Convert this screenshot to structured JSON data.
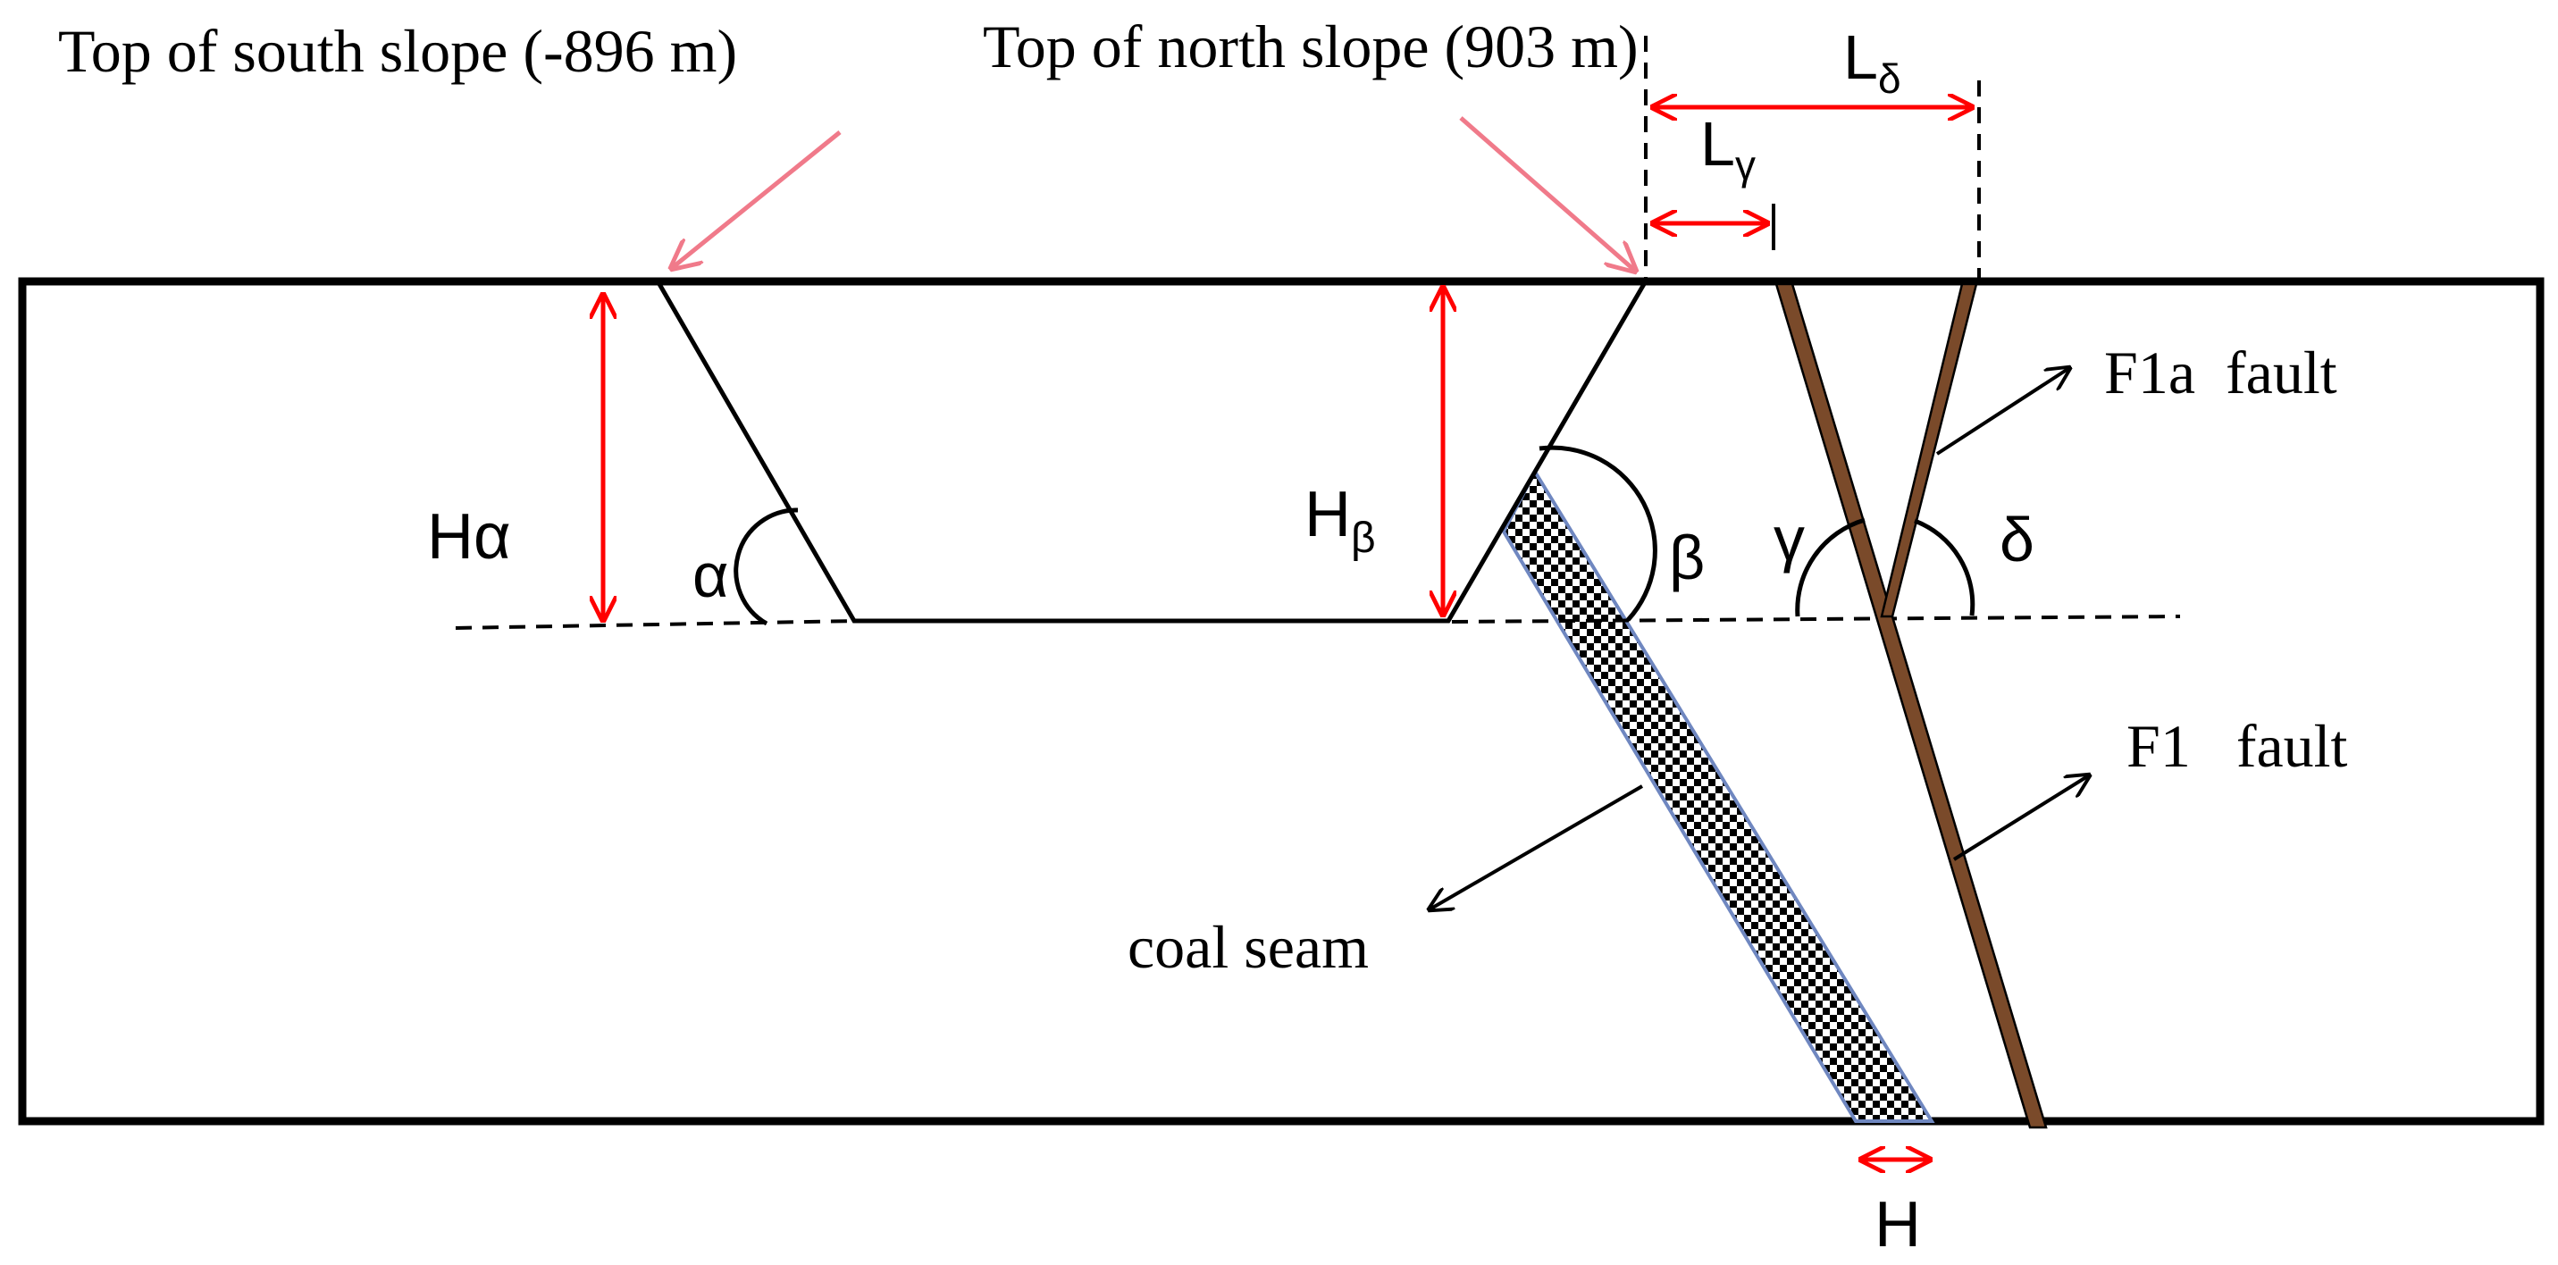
{
  "labels": {
    "south_slope_top": "Top of south slope (-896 m)",
    "north_slope_top": "Top of north slope (903 m)",
    "L_delta_main": "L",
    "L_delta_sub": "δ",
    "L_gamma_main": "L",
    "L_gamma_sub": "γ",
    "H_alpha": "Hα",
    "H_beta_main": "H",
    "H_beta_sub": "β",
    "alpha": "α",
    "beta": "β",
    "gamma": "γ",
    "delta": "δ",
    "f1a_fault": "F1a  fault",
    "f1_fault": "F1   fault",
    "coal_seam": "coal seam",
    "H": "H"
  },
  "colors": {
    "dimension_arrows": "#ff0000",
    "pointer_arrows": "#f07a8a",
    "fault_fill": "#7a4a2a",
    "coal_seam_outline": "#6f87c0",
    "outline": "#000000"
  }
}
